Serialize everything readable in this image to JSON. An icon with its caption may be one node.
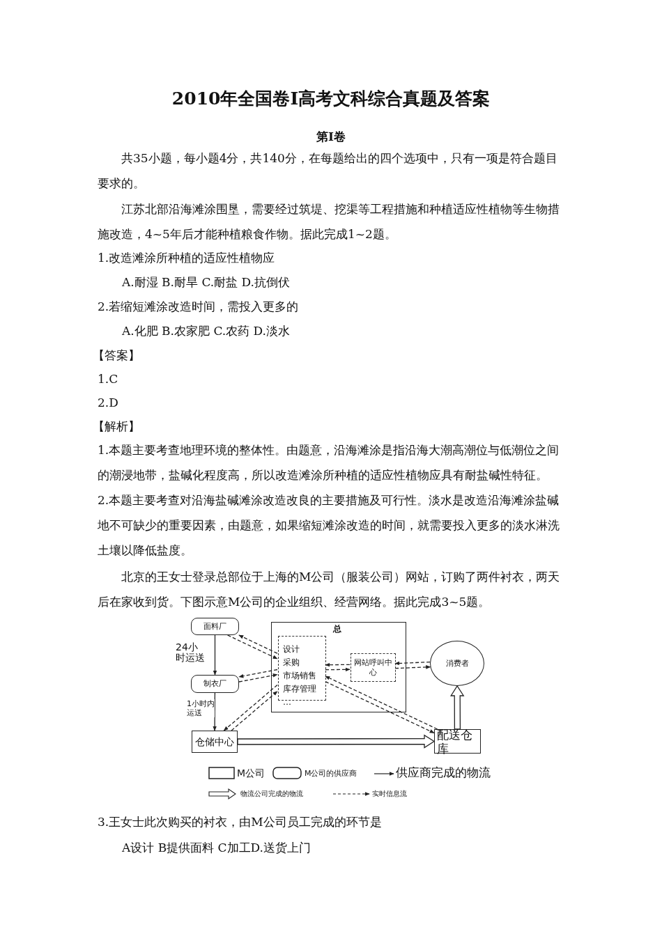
{
  "diagram": {
    "title": "2010年全国卷Ⅰ高考文科综合真题及答案",
    "nodes": [
      {
        "text": [
          "面料厂"
        ]
      },
      {
        "text": [
          "制衣厂"
        ]
      },
      {
        "text": [
          "仓储中心"
        ]
      },
      {
        "text": [
          "总"
        ]
      },
      {
        "text": [
          "设计",
          "采购",
          "市场销售",
          "库存管理",
          "…"
        ],
        "in": 3
      },
      {
        "text": [
          "网站呼叫中心"
        ],
        "in": 3
      },
      {
        "text": [
          "消费者"
        ]
      },
      {
        "text": [
          "配送仓库"
        ]
      }
    ],
    "edges": [
      {
        "from": 0,
        "to": 1,
        "arrow": "to",
        "label": "24小时运送"
      },
      {
        "from": 1,
        "to": 2,
        "arrow": "to",
        "label": "1小时内运送"
      },
      {
        "from": 0,
        "to": 4,
        "arrow": "to",
        "style": "dashed"
      },
      {
        "from": 4,
        "to": 0,
        "arrow": "to",
        "style": "dashed"
      },
      {
        "from": 4,
        "to": 1,
        "arrow": "to",
        "style": "dashed"
      },
      {
        "from": 1,
        "to": 4,
        "arrow": "to",
        "style": "dashed"
      },
      {
        "from": 4,
        "to": 2,
        "arrow": "to",
        "style": "dashed"
      },
      {
        "from": 2,
        "to": 4,
        "arrow": "to",
        "style": "dashed"
      },
      {
        "from": 5,
        "to": 4,
        "arrow": "to",
        "style": "dashed"
      },
      {
        "from": 4,
        "to": 5,
        "arrow": "to",
        "style": "dashed"
      },
      {
        "from": 6,
        "to": 5,
        "arrow": "to",
        "style": "dashed"
      },
      {
        "from": 5,
        "to": 6,
        "arrow": "to",
        "style": "dashed"
      },
      {
        "from": 4,
        "to": 7,
        "arrow": "to",
        "style": "dashed"
      },
      {
        "from": 7,
        "to": 4,
        "arrow": "to",
        "style": "dashed"
      },
      {
        "from": 2,
        "to": 7,
        "arrow": "to",
        "style": "thick"
      },
      {
        "from": 7,
        "to": 6,
        "arrow": "to",
        "style": "thick"
      }
    ],
    "labels": [
      "第Ⅰ卷",
      "共35小题，每小题4分，共140分，在每题给出的四个选项中，只有一项是符合题目要求的。",
      "江苏北部沿海滩涂围垦，需要经过筑堤、挖渠等工程措施和种植适应性植物等生物措施改造，4~5年后才能种植粮食作物。据此完成1~2题。",
      "1.改造滩涂所种植的适应性植物应",
      "A.耐湿 B.耐旱 C.耐盐 D.抗倒伏",
      "2.若缩短滩涂改造时间，需投入更多的",
      "A.化肥 B.农家肥 C.农药 D.淡水",
      "【答案】",
      "1.C",
      "2.D",
      "【解析】",
      "1.本题主要考查地理环境的整体性。由题意，沿海滩涂是指沿海大潮高潮位与低潮位之间的潮浸地带，盐碱化程度高，所以改造滩涂所种植的适应性植物应具有耐盐碱性特征。",
      "2.本题主要考查对沿海盐碱滩涂改造改良的主要措施及可行性。淡水是改造沿海滩涂盐碱地不可缺少的重要因素，由题意，如果缩短滩涂改造的时间，就需要投入更多的淡水淋洗土壤以降低盐度。",
      "北京的王女士登录总部位于上海的M公司（服装公司）网站，订购了两件衬衣，两天后在家收到货。下图示意M公司的企业组织、经营网络。据此完成3~5题。",
      "3.王女士此次购买的衬衣，由M公司员工完成的环节是",
      "A设计 B提供面料 C加工D.送货上门"
    ],
    "legend": [
      {
        "text": "M公司"
      },
      {
        "text": "M公司的供应商"
      },
      {
        "text": "供应商完成的物流"
      },
      {
        "text": "物流公司完成的物流"
      },
      {
        "text": "实时信息流"
      }
    ]
  }
}
